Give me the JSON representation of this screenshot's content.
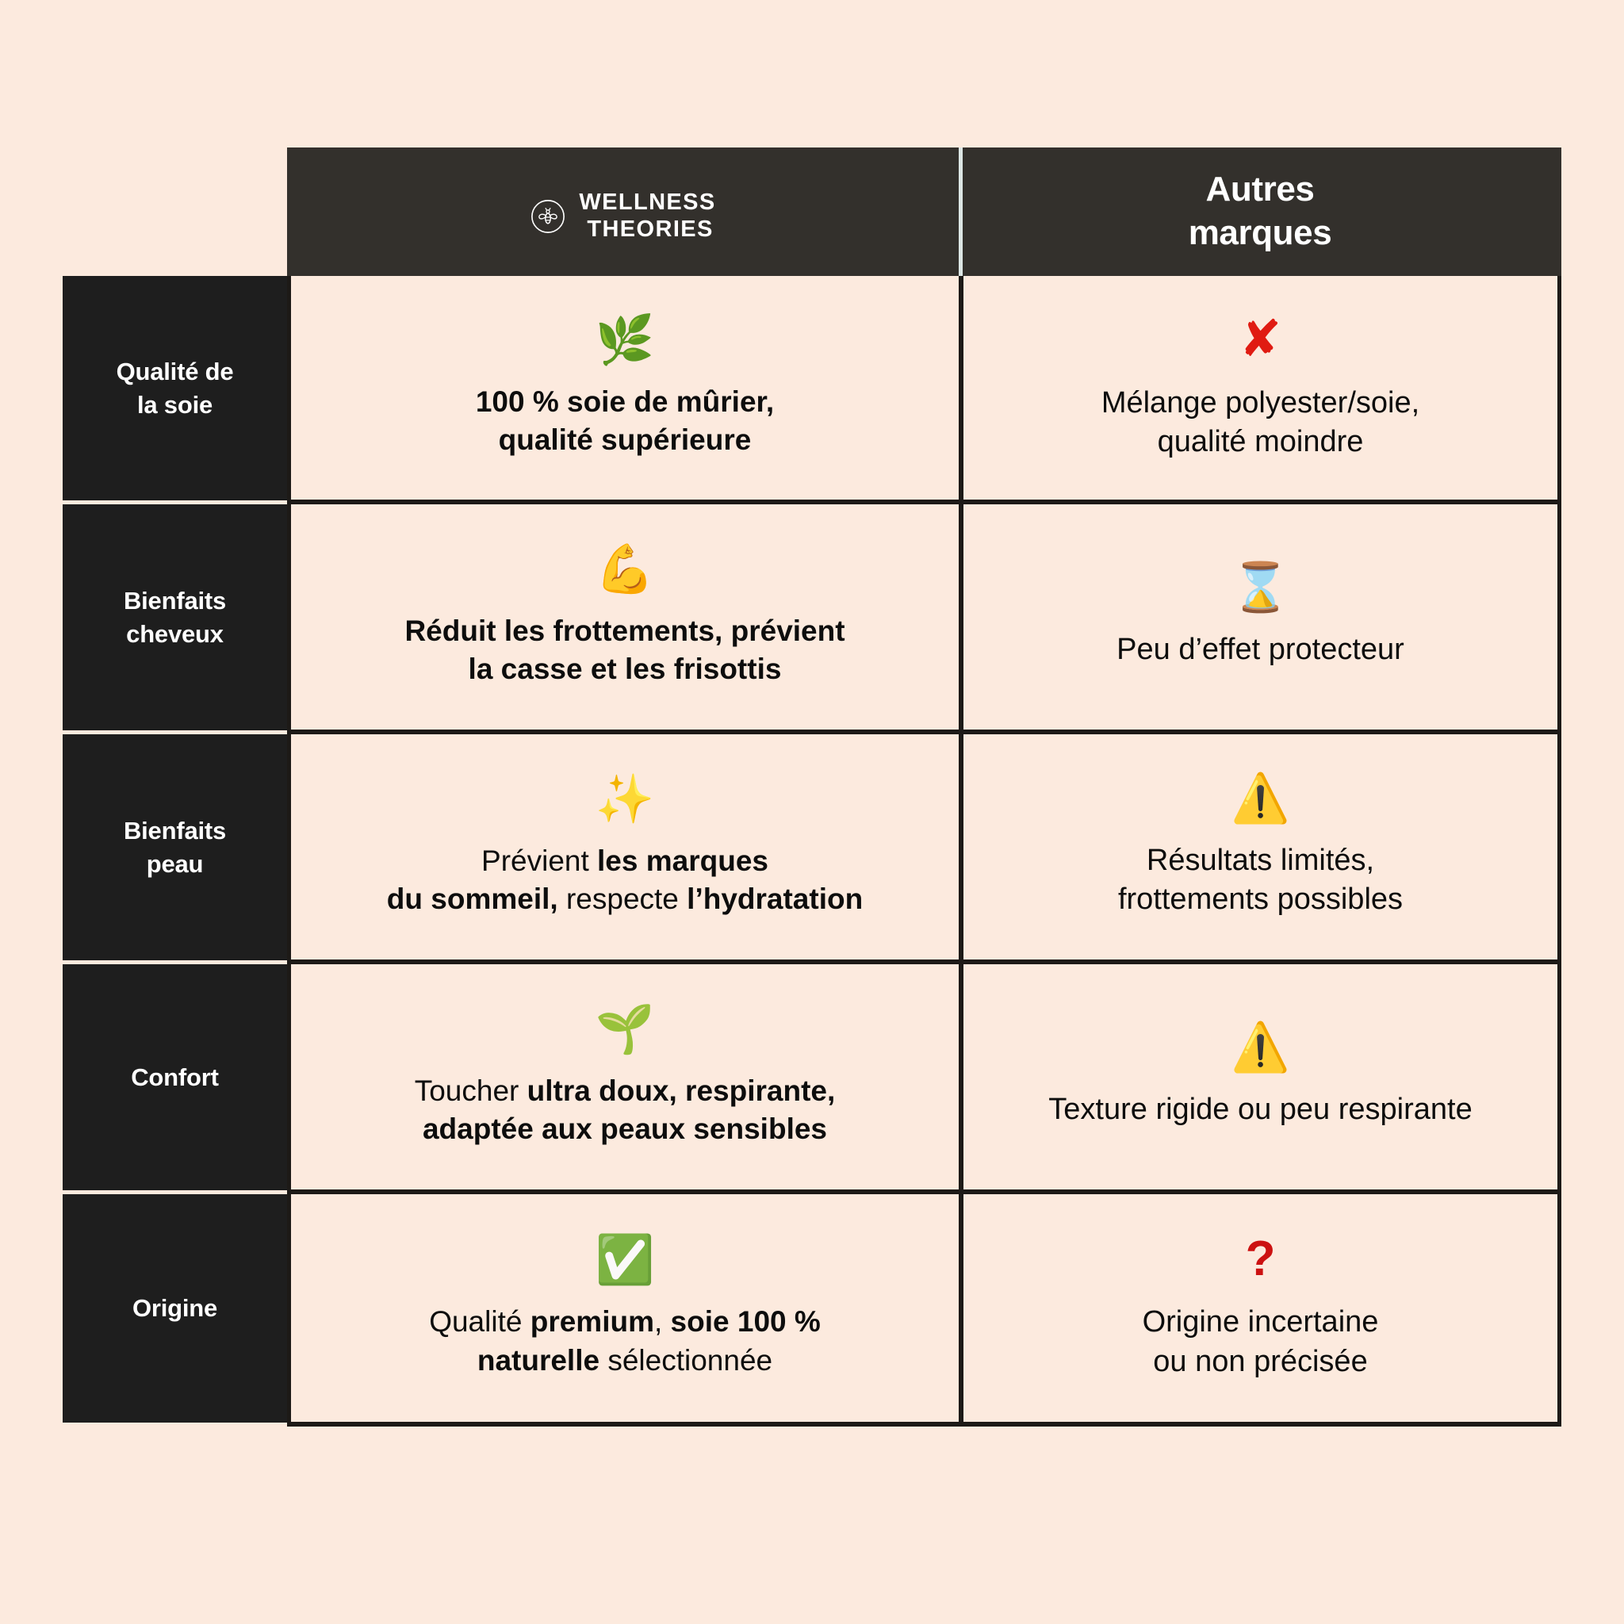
{
  "page": {
    "background_color": "#fceade",
    "frame_color": "#1d1a17",
    "header_bg": "#33302c",
    "label_bg": "#1e1e1e"
  },
  "header": {
    "corner_blank": "",
    "brand": {
      "icon": "bee-in-circle-logo",
      "line1": "WELLNESS",
      "line2": "THEORIES"
    },
    "other": {
      "line1": "Autres",
      "line2": "marques"
    }
  },
  "rows": [
    {
      "label_line1": "Qualité de",
      "label_line2": "la soie",
      "ours": {
        "icon": "herb-leaf-icon",
        "icon_glyph": "🌿",
        "line1": "100 % soie de mûrier,",
        "line2": "qualité supérieure"
      },
      "other": {
        "icon": "red-cross-mark-icon",
        "icon_glyph": "✘",
        "line1": "Mélange polyester/soie,",
        "line2": "qualité moindre"
      }
    },
    {
      "label_line1": "Bienfaits",
      "label_line2": "cheveux",
      "ours": {
        "icon": "flexed-biceps-icon",
        "icon_glyph": "💪",
        "line1": "Réduit les frottements, prévient",
        "line2": "la casse et les frisottis"
      },
      "other": {
        "icon": "hourglass-icon",
        "icon_glyph": "⌛",
        "line1": "Peu d’effet protecteur",
        "line2": ""
      }
    },
    {
      "label_line1": "Bienfaits",
      "label_line2": "peau",
      "ours": {
        "icon": "sparkles-icon",
        "icon_glyph": "✨",
        "line1_a": "Prévient ",
        "line1_b": "les marques",
        "line2_a": "du sommeil,",
        "line2_b": " respecte ",
        "line2_c": "l’hydratation"
      },
      "other": {
        "icon": "warning-triangle-icon",
        "icon_glyph": "⚠️",
        "line1": "Résultats limités,",
        "line2": "frottements possibles"
      }
    },
    {
      "label_line1": "Confort",
      "label_line2": "",
      "ours": {
        "icon": "seedling-icon",
        "icon_glyph": "🌱",
        "line1_a": "Toucher ",
        "line1_b": "ultra doux, respirante,",
        "line2_b": "adaptée aux peaux sensibles"
      },
      "other": {
        "icon": "warning-triangle-icon",
        "icon_glyph": "⚠️",
        "line1": "Texture rigide ou peu respirante",
        "line2": ""
      }
    },
    {
      "label_line1": "Origine",
      "label_line2": "",
      "ours": {
        "icon": "green-check-mark-icon",
        "icon_glyph": "✅",
        "line1_a": "Qualité ",
        "line1_b": "premium",
        "line1_c": ", ",
        "line1_d": "soie 100 %",
        "line2_a": "naturelle",
        "line2_b": " sélectionnée"
      },
      "other": {
        "icon": "red-question-mark-icon",
        "icon_glyph": "?",
        "line1": "Origine incertaine",
        "line2": "ou non précisée"
      }
    }
  ]
}
